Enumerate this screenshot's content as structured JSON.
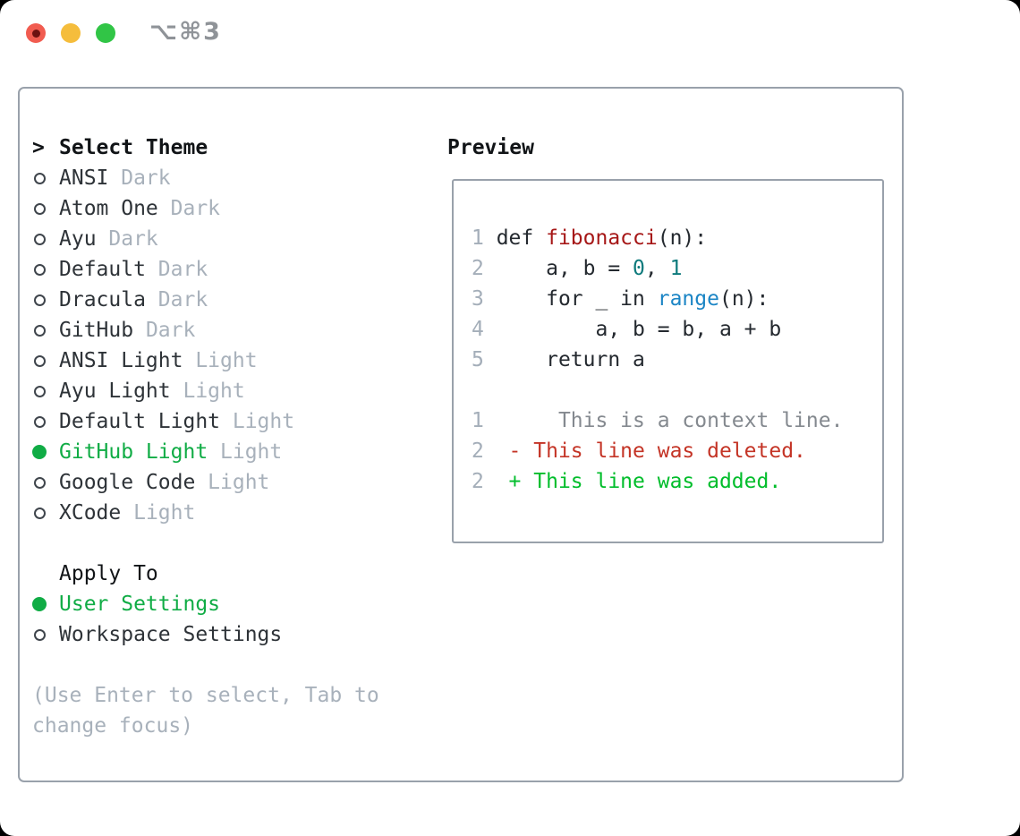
{
  "window": {
    "title": "⌥⌘3"
  },
  "colors": {
    "tl_red": "#f15c50",
    "tl_red_dot": "#6d1110",
    "tl_yellow": "#f5bd3c",
    "tl_green": "#31c546",
    "title_gray": "#8f9398",
    "border_gray": "#99a1ab",
    "header_black": "#111417",
    "text_dark": "#2e3338",
    "muted_gray": "#a8b1bb",
    "radio_ring": "#3f454c",
    "accent_green": "#10ac45",
    "line_number_gray": "#a4aeb9",
    "code_plain": "#24292f",
    "func_red": "#a61717",
    "num_teal": "#0d7a7c",
    "builtin_blue": "#1b85c5",
    "context_gray": "#84898f",
    "del_red": "#c43426",
    "add_green": "#00bd2b"
  },
  "sidebar": {
    "prompt": ">",
    "title": "Select Theme",
    "themes": [
      {
        "name": "ANSI",
        "variant": "Dark",
        "selected": false
      },
      {
        "name": "Atom One",
        "variant": "Dark",
        "selected": false
      },
      {
        "name": "Ayu",
        "variant": "Dark",
        "selected": false
      },
      {
        "name": "Default",
        "variant": "Dark",
        "selected": false
      },
      {
        "name": "Dracula",
        "variant": "Dark",
        "selected": false
      },
      {
        "name": "GitHub",
        "variant": "Dark",
        "selected": false
      },
      {
        "name": "ANSI Light",
        "variant": "Light",
        "selected": false
      },
      {
        "name": "Ayu Light",
        "variant": "Light",
        "selected": false
      },
      {
        "name": "Default Light",
        "variant": "Light",
        "selected": false
      },
      {
        "name": "GitHub Light",
        "variant": "Light",
        "selected": true
      },
      {
        "name": "Google Code",
        "variant": "Light",
        "selected": false
      },
      {
        "name": "XCode",
        "variant": "Light",
        "selected": false
      }
    ],
    "apply_to": {
      "title": "Apply To",
      "options": [
        {
          "label": "User Settings",
          "selected": true
        },
        {
          "label": "Workspace Settings",
          "selected": false
        }
      ]
    },
    "hint": "(Use Enter to select, Tab to change focus)"
  },
  "preview": {
    "title": "Preview",
    "lines": [
      {
        "num": "1",
        "parts": [
          {
            "t": "def ",
            "c": "plain"
          },
          {
            "t": "fibonacci",
            "c": "func"
          },
          {
            "t": "(n):",
            "c": "plain"
          }
        ]
      },
      {
        "num": "2",
        "parts": [
          {
            "t": "    a, b = ",
            "c": "plain"
          },
          {
            "t": "0",
            "c": "number"
          },
          {
            "t": ", ",
            "c": "plain"
          },
          {
            "t": "1",
            "c": "number"
          }
        ]
      },
      {
        "num": "3",
        "parts": [
          {
            "t": "    for _ in ",
            "c": "plain"
          },
          {
            "t": "range",
            "c": "builtin"
          },
          {
            "t": "(n):",
            "c": "plain"
          }
        ]
      },
      {
        "num": "4",
        "parts": [
          {
            "t": "        a, b = b, a + b",
            "c": "plain"
          }
        ]
      },
      {
        "num": "5",
        "parts": [
          {
            "t": "    return a",
            "c": "plain"
          }
        ]
      },
      {
        "num": "",
        "parts": []
      },
      {
        "num": "1",
        "parts": [
          {
            "t": "     This is a context line.",
            "c": "context"
          }
        ]
      },
      {
        "num": "2",
        "parts": [
          {
            "t": " - This line was deleted.",
            "c": "deleted"
          }
        ]
      },
      {
        "num": "2",
        "parts": [
          {
            "t": " + This line was added.",
            "c": "added"
          }
        ]
      }
    ]
  }
}
